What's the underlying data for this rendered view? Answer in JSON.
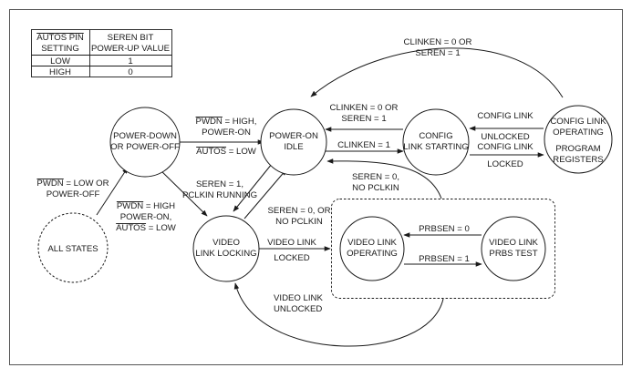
{
  "table": {
    "header_col1_line1": "AUTOS PIN",
    "header_col1_line2": "SETTING",
    "header_col2_line1": "SEREN BIT",
    "header_col2_line2": "POWER-UP VALUE",
    "rows": [
      {
        "setting": "LOW",
        "value": "1"
      },
      {
        "setting": "HIGH",
        "value": "0"
      }
    ]
  },
  "states": {
    "power_down": [
      "POWER-DOWN",
      "OR POWER-OFF"
    ],
    "power_on_idle": [
      "POWER-ON",
      "IDLE"
    ],
    "config_link_starting": [
      "CONFIG",
      "LINK STARTING"
    ],
    "config_link_operating": [
      "CONFIG LINK",
      "OPERATING",
      "PROGRAM",
      "REGISTERS"
    ],
    "all_states": [
      "ALL STATES"
    ],
    "video_link_locking": [
      "VIDEO",
      "LINK LOCKING"
    ],
    "video_link_operating": [
      "VIDEO LINK",
      "OPERATING"
    ],
    "video_link_prbs_test": [
      "VIDEO LINK",
      "PRBS TEST"
    ]
  },
  "transitions": {
    "top_arc": [
      "CLINKEN = 0 OR",
      "SEREN = 1"
    ],
    "pd_to_idle": {
      "pwdn": "PWDN",
      "l1_rest": " = HIGH,",
      "l2": "POWER-ON",
      "autos": "AUTOS",
      "l3_rest": " = LOW"
    },
    "cs_to_idle": [
      "CLINKEN = 0 OR",
      "SEREN = 1"
    ],
    "idle_to_cs": "CLINKEN = 1",
    "co_to_cs": [
      "CONFIG LINK",
      "UNLOCKED"
    ],
    "cs_to_co": [
      "CONFIG LINK",
      "LOCKED"
    ],
    "all_to_pd": {
      "pwdn": "PWDN",
      "l1_rest": " = LOW OR",
      "l2": "POWER-OFF"
    },
    "pd_to_vll": {
      "pwdn": "PWDN",
      "l1_rest": " = HIGH",
      "l2": "POWER-ON,",
      "autos": "AUTOS",
      "l3_rest": " = LOW"
    },
    "idle_to_vll": [
      "SEREN = 1,",
      "PCLKIN RUNNING"
    ],
    "vll_to_idle": [
      "SEREN = 0, OR",
      "NO PCLKIN"
    ],
    "box_to_idle": [
      "SEREN = 0,",
      "NO PCLKIN"
    ],
    "vll_to_vlo": [
      "VIDEO LINK",
      "LOCKED"
    ],
    "prbs_to_vlo": "PRBSEN = 0",
    "vlo_to_prbs": "PRBSEN = 1",
    "bottom_arc": [
      "VIDEO LINK",
      "UNLOCKED"
    ]
  }
}
